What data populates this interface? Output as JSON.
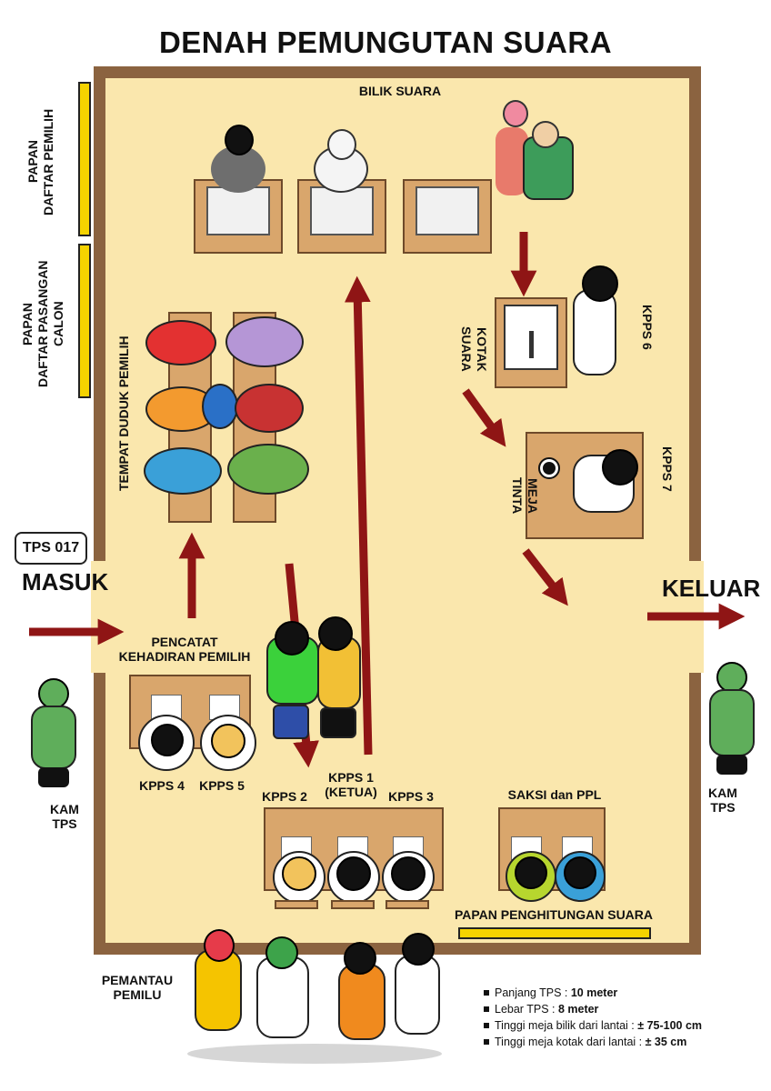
{
  "title": "DENAH PEMUNGUTAN SUARA",
  "labels": {
    "bilik_suara": "BILIK SUARA",
    "papan_daftar_pemilih": [
      "PAPAN",
      "DAFTAR PEMILIH"
    ],
    "papan_daftar_calon": [
      "PAPAN",
      "DAFTAR PASANGAN",
      "CALON"
    ],
    "tempat_duduk": "TEMPAT DUDUK PEMILIH",
    "kotak_suara": [
      "KOTAK",
      "SUARA"
    ],
    "kpps6": "KPPS 6",
    "meja_tinta": [
      "MEJA",
      "TINTA"
    ],
    "kpps7": "KPPS 7",
    "tps": "TPS 017",
    "masuk": "MASUK",
    "keluar": "KELUAR",
    "pencatat": [
      "PENCATAT",
      "KEHADIRAN PEMILIH"
    ],
    "kpps4": "KPPS 4",
    "kpps5": "KPPS 5",
    "kpps2": "KPPS 2",
    "kpps1": [
      "KPPS 1",
      "(KETUA)"
    ],
    "kpps3": "KPPS 3",
    "saksi": "SAKSI dan PPL",
    "papan_penghitungan": "PAPAN PENGHITUNGAN SUARA",
    "kam_left": [
      "KAM",
      "TPS"
    ],
    "kam_right": [
      "KAM",
      "TPS"
    ],
    "pemantau": [
      "PEMANTAU",
      "PEMILU"
    ]
  },
  "notes": [
    {
      "label": "Panjang TPS : ",
      "value": "10 meter"
    },
    {
      "label": "Lebar TPS     : ",
      "value": "8 meter"
    },
    {
      "label": "Tinggi meja bilik dari lantai   : ",
      "value": "± 75-100 cm"
    },
    {
      "label": "Tinggi meja kotak dari lantai : ",
      "value": "± 35 cm"
    }
  ],
  "colors": {
    "floor": "#fae7ad",
    "wall": "#8b6340",
    "furniture": "#d9a66c",
    "board": "#f5d300",
    "arrow": "#8f1515",
    "guard": "#5fae5b"
  }
}
